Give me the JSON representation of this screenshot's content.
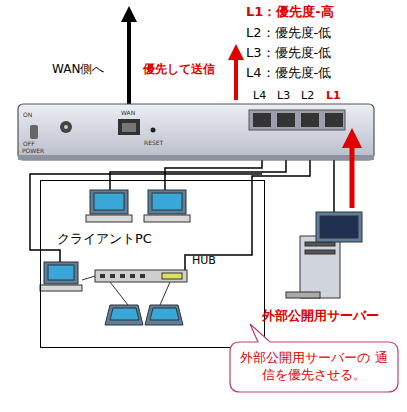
{
  "diagram": {
    "nodes": [
      {
        "text": [
          "クライアントPC"
        ]
      },
      {
        "text": [
          "外部公開用サーバーの 通信を優先させる。"
        ]
      }
    ],
    "labels": [
      "L1：優先度-高",
      "L2：優先度-低",
      "L3：優先度-低",
      "L4：優先度-低",
      "WAN側へ",
      "優先して送信",
      "L4",
      "L3",
      "L2",
      "L1",
      "HUB",
      "外部公開用サーバー",
      "ON",
      "OFF",
      "POWER",
      "WAN",
      "RESET"
    ]
  }
}
